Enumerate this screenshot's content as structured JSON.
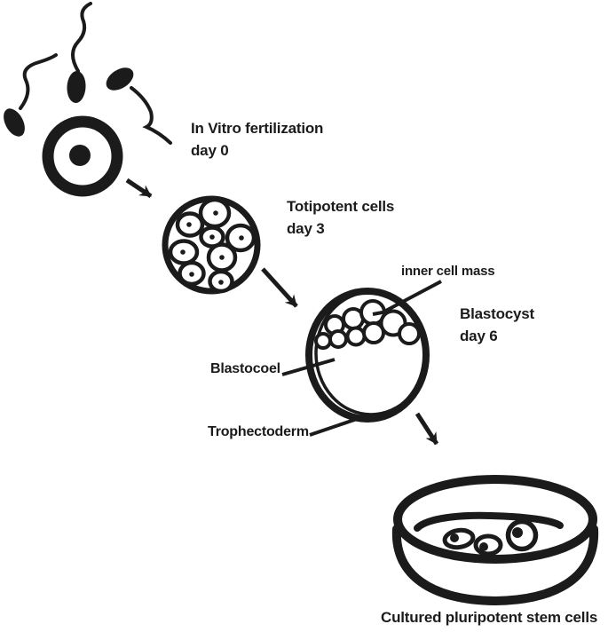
{
  "colors": {
    "ink": "#1b1b1b",
    "background": "#ffffff"
  },
  "stages": {
    "fertilization": {
      "name": "In Vitro fertilization",
      "day": "day 0"
    },
    "totipotent": {
      "name": "Totipotent cells",
      "day": "day 3"
    },
    "blastocyst": {
      "name": "Blastocyst",
      "day": "day 6"
    },
    "cultured": {
      "name": "Cultured pluripotent stem cells"
    }
  },
  "annotations": {
    "inner_cell_mass": "inner cell mass",
    "blastocoel": "Blastocoel",
    "trophectoderm": "Trophectoderm"
  },
  "icons": {
    "sperm": "sperm-icon",
    "egg": "egg-icon",
    "morula": "totipotent-cells-icon",
    "blastocyst": "blastocyst-icon",
    "petri_dish": "petri-dish-icon",
    "arrow": "arrow-icon"
  }
}
